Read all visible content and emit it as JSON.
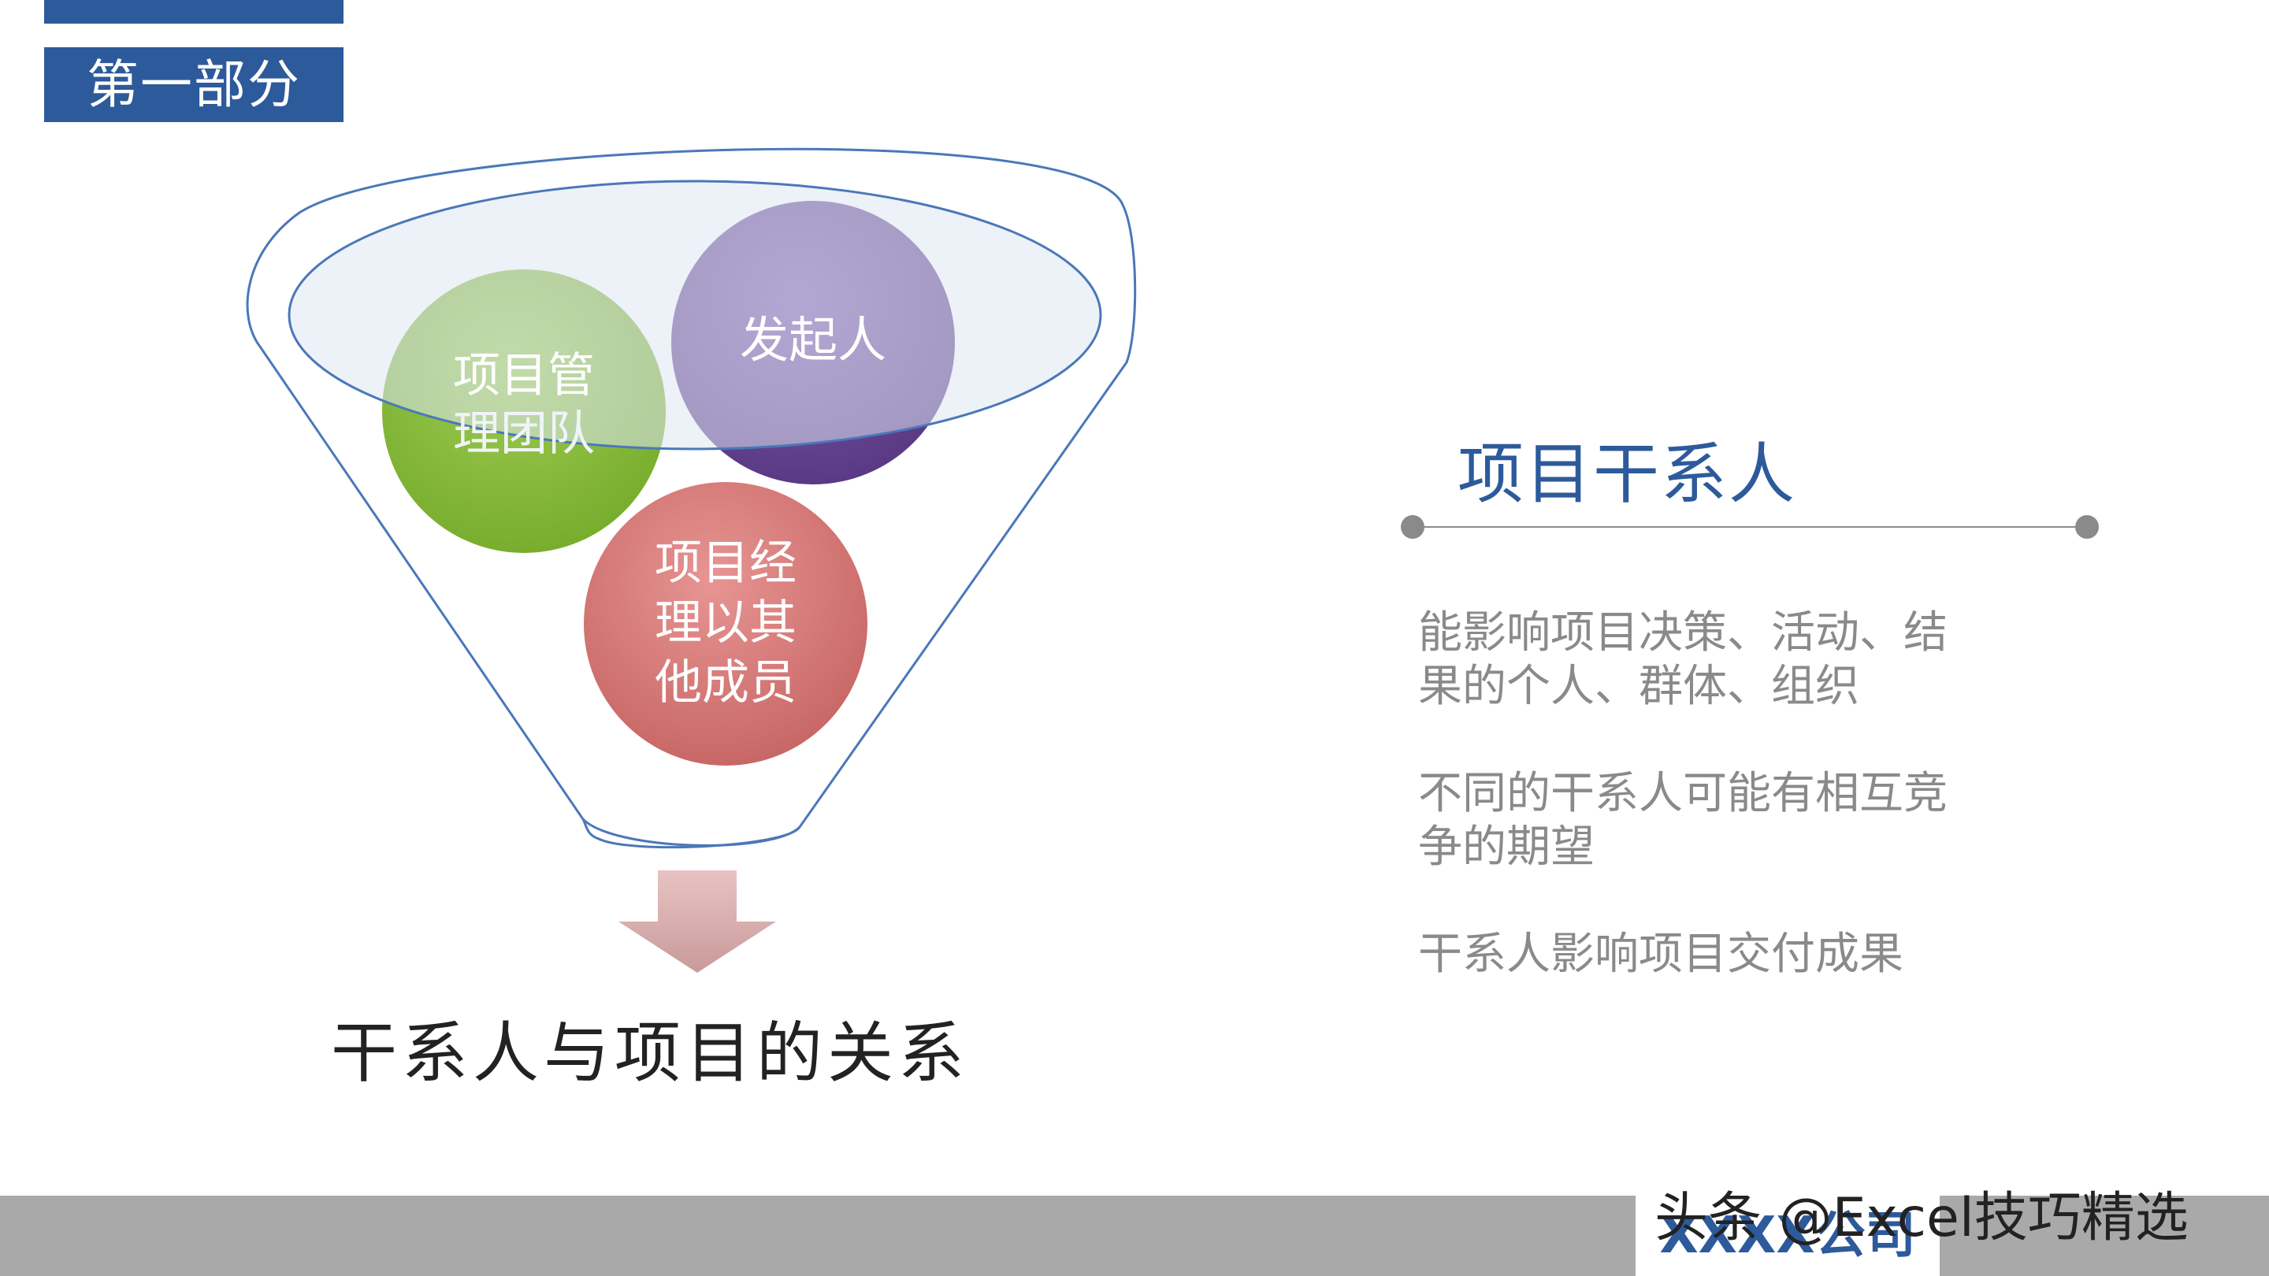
{
  "section_label": "第一部分",
  "diagram": {
    "circles": [
      {
        "label_line1": "项目管",
        "label_line2": "理团队",
        "color": "#8cbd3f"
      },
      {
        "label_line1": "发起人",
        "label_line2": "",
        "color": "#6e4c99"
      },
      {
        "label_line1": "项目经",
        "label_line2": "理以其",
        "label_line3": "他成员",
        "color": "#d97f7d"
      }
    ],
    "caption": "干系人与项目的关系",
    "funnel_color": "#4a78b8"
  },
  "right_panel": {
    "title": "项目干系人",
    "paragraphs": [
      {
        "line1": "能影响项目决策、活动、结",
        "line2": "果的个人、群体、组织"
      },
      {
        "line1": "不同的干系人可能有相互竞",
        "line2": "争的期望"
      },
      {
        "line1": "干系人影响项目交付成果",
        "line2": ""
      }
    ]
  },
  "footer": {
    "company": "XXXX公司",
    "watermark": "头条 @Excel技巧精选"
  },
  "colors": {
    "accent": "#2d5a9b",
    "gray_text": "#8a8a8a",
    "footer_gray": "#a9a9a9"
  }
}
